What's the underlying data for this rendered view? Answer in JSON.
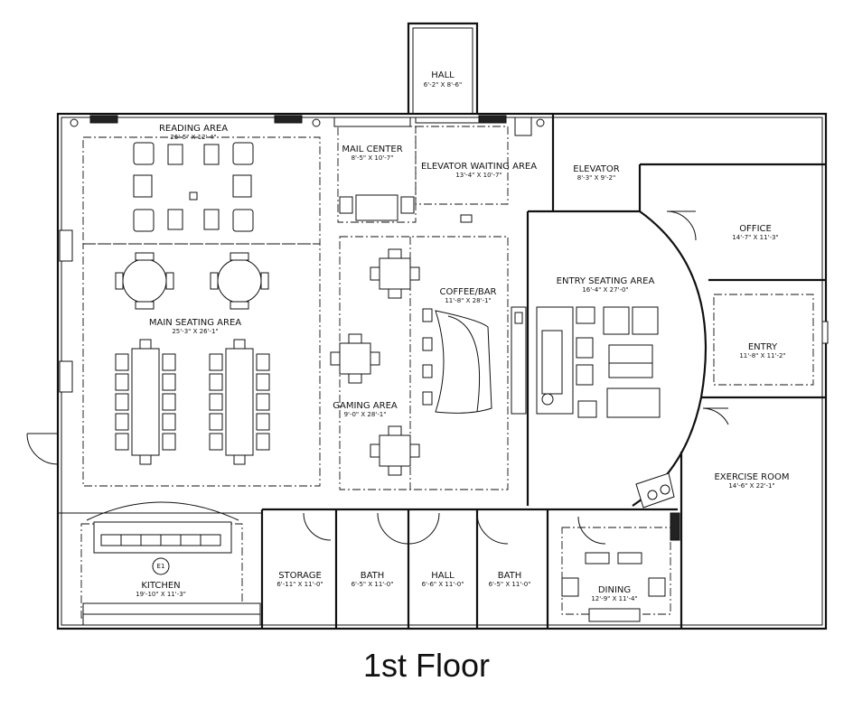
{
  "title": "1st Floor",
  "rooms": {
    "hall_top": {
      "name": "HALL",
      "dims": "6'-2\" X 8'-6\""
    },
    "reading": {
      "name": "READING AREA",
      "dims": "26'-5\" X 12'-4\""
    },
    "mail": {
      "name": "MAIL CENTER",
      "dims": "8'-5\" X 10'-7\""
    },
    "elevator_waiting": {
      "name": "ELEVATOR WAITING AREA",
      "dims": "13'-4\" X 10'-7\""
    },
    "elevator": {
      "name": "ELEVATOR",
      "dims": "8'-3\" X 9'-2\""
    },
    "office": {
      "name": "OFFICE",
      "dims": "14'-7\" X 11'-3\""
    },
    "main_seating": {
      "name": "MAIN SEATING AREA",
      "dims": "25'-3\" X 26'-1\""
    },
    "coffee_bar": {
      "name": "COFFEE/BAR",
      "dims": "11'-8\" X 28'-1\""
    },
    "entry_seating": {
      "name": "ENTRY SEATING AREA",
      "dims": "16'-4\" X 27'-0\""
    },
    "entry": {
      "name": "ENTRY",
      "dims": "11'-8\" X 11'-2\""
    },
    "gaming": {
      "name": "GAMING AREA",
      "dims": "9'-0\" X 28'-1\""
    },
    "exercise": {
      "name": "EXERCISE ROOM",
      "dims": "14'-6\" X 22'-1\""
    },
    "kitchen": {
      "name": "KITCHEN",
      "dims": "19'-10\" X 11'-3\""
    },
    "storage": {
      "name": "STORAGE",
      "dims": "6'-11\" X 11'-0\""
    },
    "bath_left": {
      "name": "BATH",
      "dims": "6'-5\" X 11'-0\""
    },
    "hall_bottom": {
      "name": "HALL",
      "dims": "6'-6\" X 11'-0\""
    },
    "bath_right": {
      "name": "BATH",
      "dims": "6'-5\" X 11'-0\""
    },
    "dining": {
      "name": "DINING",
      "dims": "12'-9\" X 11'-4\""
    }
  },
  "elevation_tag": "E1"
}
